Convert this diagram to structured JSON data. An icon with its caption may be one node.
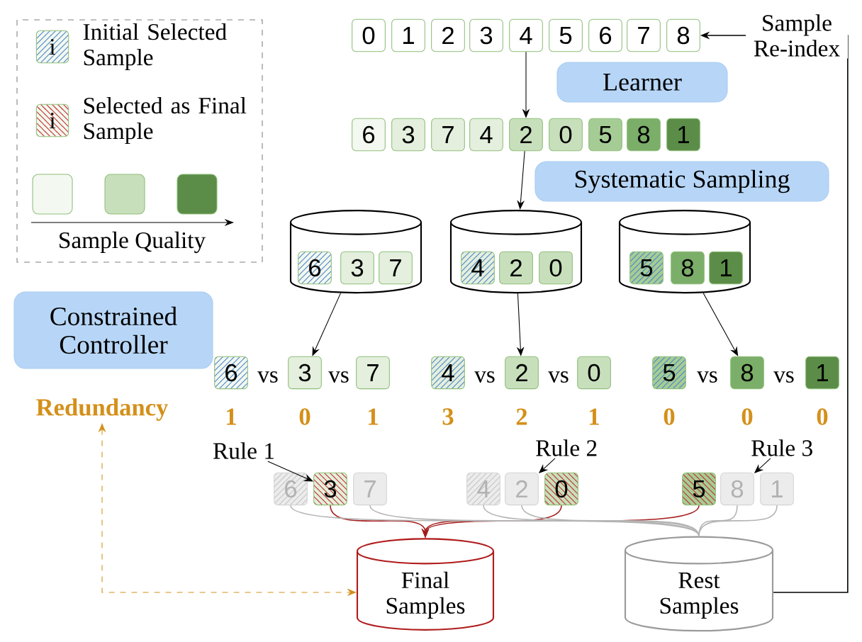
{
  "diagram": {
    "nodes": [
      {
        "text": [
          "0"
        ]
      },
      {
        "text": [
          "1"
        ]
      },
      {
        "text": [
          "2"
        ]
      },
      {
        "text": [
          "3"
        ]
      },
      {
        "text": [
          "4"
        ]
      },
      {
        "text": [
          "5"
        ]
      },
      {
        "text": [
          "6"
        ]
      },
      {
        "text": [
          "7"
        ]
      },
      {
        "text": [
          "8"
        ]
      },
      {
        "text": [
          "Learner"
        ]
      },
      {
        "text": [
          "6"
        ]
      },
      {
        "text": [
          "3"
        ]
      },
      {
        "text": [
          "7"
        ]
      },
      {
        "text": [
          "4"
        ]
      },
      {
        "text": [
          "2"
        ]
      },
      {
        "text": [
          "0"
        ]
      },
      {
        "text": [
          "5"
        ]
      },
      {
        "text": [
          "8"
        ]
      },
      {
        "text": [
          "1"
        ]
      },
      {
        "text": [
          "Systematic Sampling"
        ]
      },
      {
        "text": [],
        "shape": "cylinder"
      },
      {
        "text": [
          "6"
        ],
        "in": 20
      },
      {
        "text": [
          "3"
        ],
        "in": 20
      },
      {
        "text": [
          "7"
        ],
        "in": 20
      },
      {
        "text": [],
        "shape": "cylinder"
      },
      {
        "text": [
          "4"
        ],
        "in": 24
      },
      {
        "text": [
          "2"
        ],
        "in": 24
      },
      {
        "text": [
          "0"
        ],
        "in": 24
      },
      {
        "text": [],
        "shape": "cylinder"
      },
      {
        "text": [
          "5"
        ],
        "in": 28
      },
      {
        "text": [
          "8"
        ],
        "in": 28
      },
      {
        "text": [
          "1"
        ],
        "in": 28
      },
      {
        "text": [
          "Constrained Controller"
        ]
      },
      {
        "text": [
          "6"
        ]
      },
      {
        "text": [
          "3"
        ]
      },
      {
        "text": [
          "7"
        ]
      },
      {
        "text": [
          "4"
        ]
      },
      {
        "text": [
          "2"
        ]
      },
      {
        "text": [
          "0"
        ]
      },
      {
        "text": [
          "5"
        ]
      },
      {
        "text": [
          "8"
        ]
      },
      {
        "text": [
          "1"
        ]
      },
      {
        "text": [
          "Redundancy"
        ]
      },
      {
        "text": [
          "6"
        ]
      },
      {
        "text": [
          "3"
        ]
      },
      {
        "text": [
          "7"
        ]
      },
      {
        "text": [
          "4"
        ]
      },
      {
        "text": [
          "2"
        ]
      },
      {
        "text": [
          "0"
        ]
      },
      {
        "text": [
          "5"
        ]
      },
      {
        "text": [
          "8"
        ]
      },
      {
        "text": [
          "1"
        ]
      },
      {
        "text": [
          "Rule 1"
        ]
      },
      {
        "text": [
          "Rule 2"
        ]
      },
      {
        "text": [
          "Rule 3"
        ]
      },
      {
        "text": [
          "Final Samples"
        ]
      },
      {
        "text": [
          "Rest Samples"
        ]
      }
    ],
    "edges": [
      {
        "from": 4,
        "to": 14,
        "arrow": "to"
      },
      {
        "from": 14,
        "to": 24,
        "arrow": "to"
      },
      {
        "from": 20,
        "to": 34,
        "arrow": "to"
      },
      {
        "from": 24,
        "to": 37,
        "arrow": "to"
      },
      {
        "from": 28,
        "to": 40,
        "arrow": "to"
      },
      {
        "from": 52,
        "to": 44,
        "arrow": "to"
      },
      {
        "from": 53,
        "to": 47,
        "arrow": "to"
      },
      {
        "from": 54,
        "to": 50,
        "arrow": "to"
      },
      {
        "from": 44,
        "to": 55,
        "arrow": "to",
        "color": "#a51d1d"
      },
      {
        "from": 48,
        "to": 55,
        "arrow": "to",
        "color": "#a51d1d"
      },
      {
        "from": 49,
        "to": 55,
        "arrow": "to",
        "color": "#a51d1d"
      },
      {
        "from": 43,
        "to": 56,
        "arrow": "none",
        "color": "#b4b4b4"
      },
      {
        "from": 45,
        "to": 56,
        "arrow": "none",
        "color": "#b4b4b4"
      },
      {
        "from": 46,
        "to": 56,
        "arrow": "none",
        "color": "#b4b4b4"
      },
      {
        "from": 47,
        "to": 56,
        "arrow": "none",
        "color": "#b4b4b4"
      },
      {
        "from": 50,
        "to": 56,
        "arrow": "none",
        "color": "#b4b4b4"
      },
      {
        "from": 51,
        "to": 56,
        "arrow": "none",
        "color": "#b4b4b4"
      },
      {
        "from": 56,
        "to": 8,
        "arrow": "to",
        "label": "Sample Re-index"
      },
      {
        "from": 42,
        "to": 55,
        "arrow": "both",
        "style": "dashed",
        "color": "#d4901a"
      }
    ],
    "labels": [
      "i",
      "i",
      "Sample Quality",
      "vs",
      "vs",
      "vs",
      "vs",
      "vs",
      "vs",
      "1",
      "0",
      "1",
      "3",
      "2",
      "1",
      "0",
      "0",
      "0"
    ],
    "legend": [
      {
        "text": "Initial Selected Sample"
      },
      {
        "text": "Selected as Final Sample"
      }
    ]
  }
}
